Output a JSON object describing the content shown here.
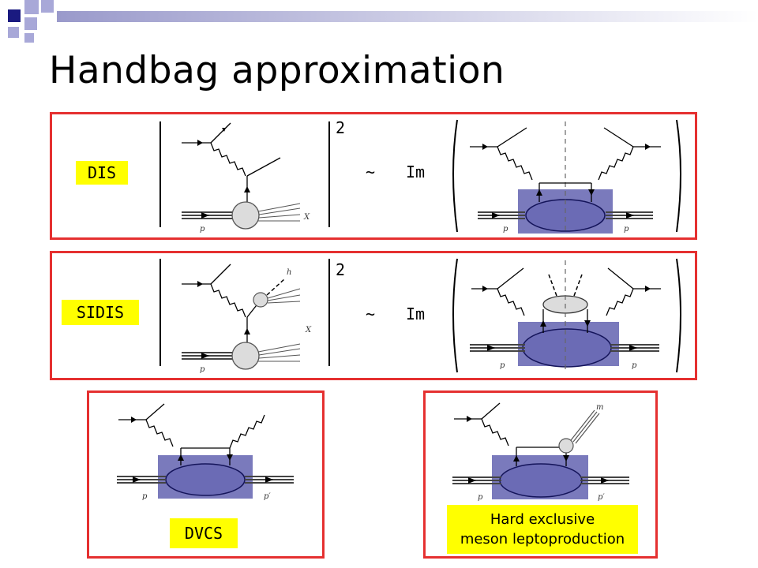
{
  "slide": {
    "title": "Handbag approximation",
    "colors": {
      "frame": "#e53030",
      "tag": "#ffff00",
      "blob": "#6b6bb5",
      "accent_dark": "#1a1a80",
      "accent_light": "#a8a8d8"
    }
  },
  "dis": {
    "label": "DIS",
    "power": "2",
    "tilde": "~",
    "im": "Im",
    "p": "p",
    "x": "X"
  },
  "sidis": {
    "label": "SIDIS",
    "power": "2",
    "tilde": "~",
    "im": "Im",
    "p": "p",
    "x": "X",
    "h": "h"
  },
  "dvcs": {
    "label": "DVCS",
    "p": "p",
    "pp": "p′"
  },
  "meson": {
    "label_line1": "Hard exclusive",
    "label_line2": "meson leptoproduction",
    "p": "p",
    "pp": "p′",
    "m": "m"
  }
}
